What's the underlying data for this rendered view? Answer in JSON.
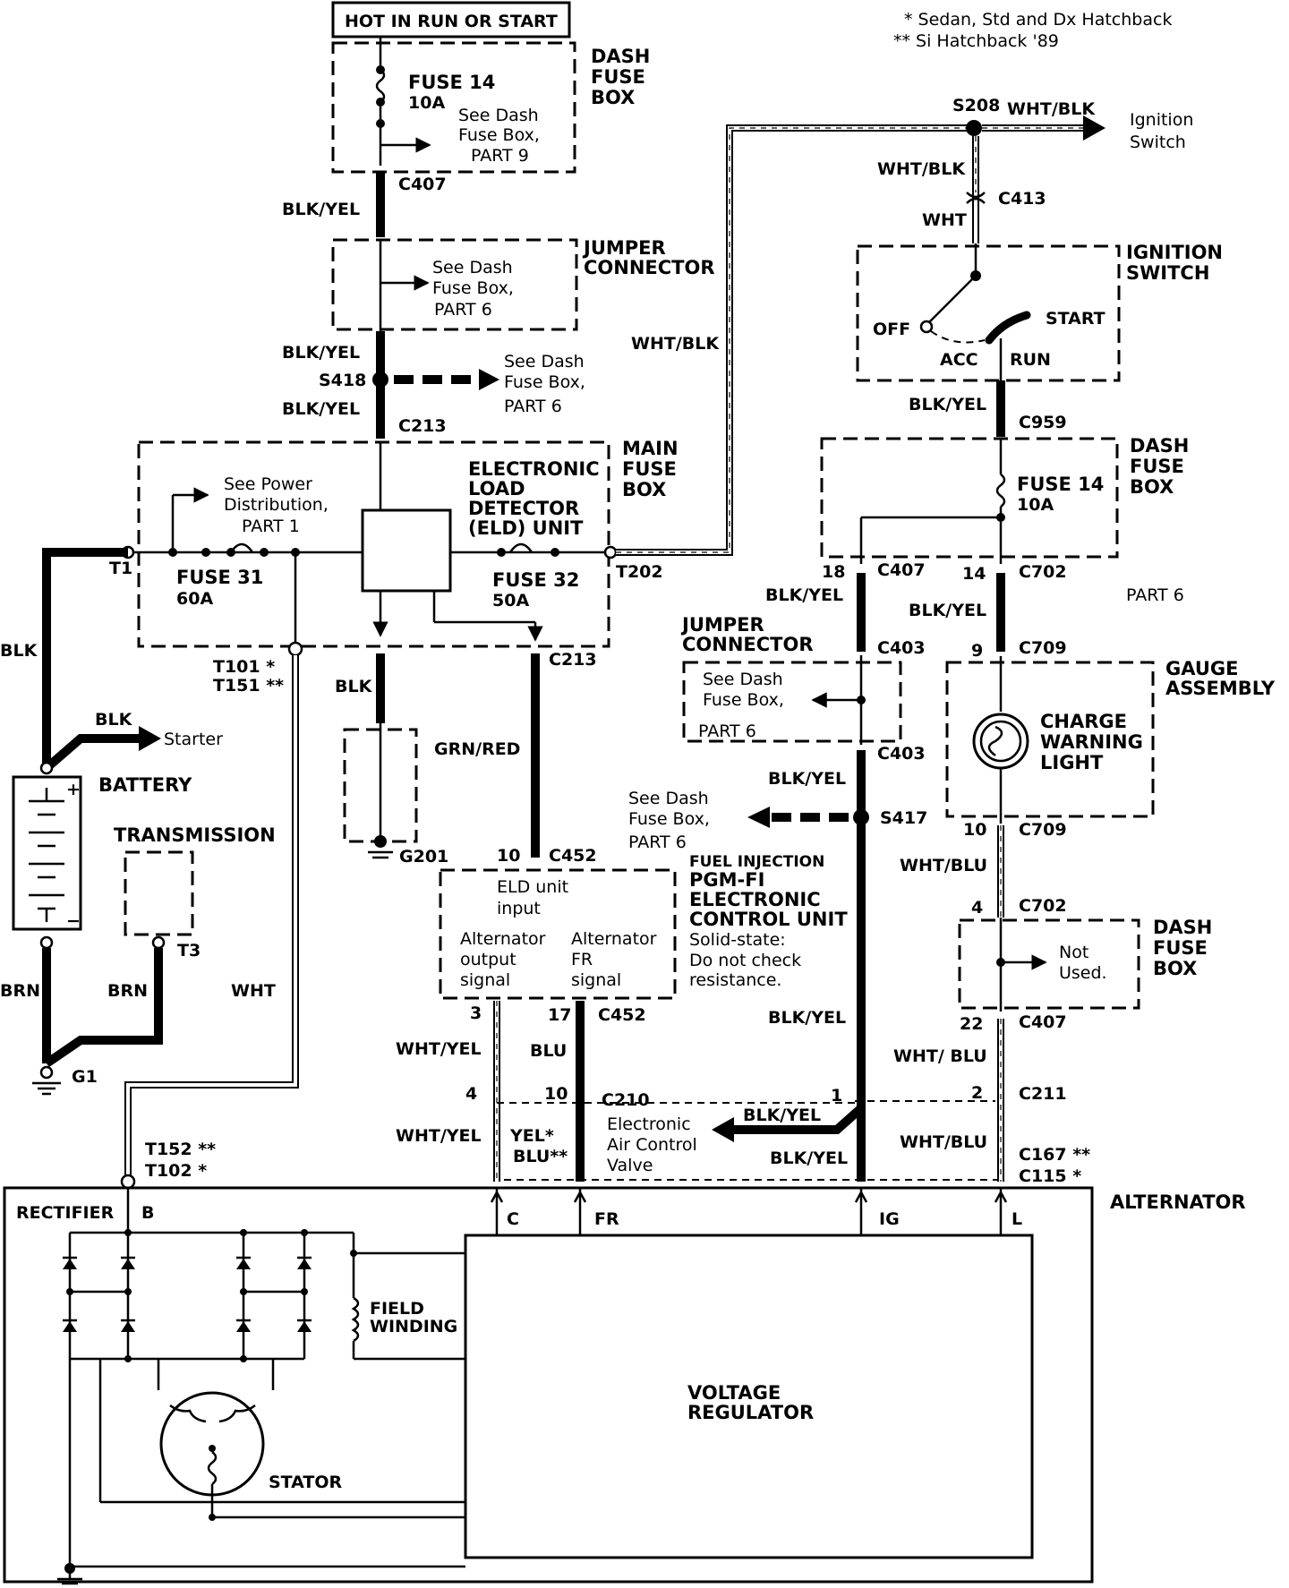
{
  "notes": {
    "note_single": "* Sedan, Std and Dx Hatchback",
    "note_double": "** Si Hatchback '89"
  },
  "top": {
    "hot_label": "HOT IN RUN OR START"
  },
  "left_column": {
    "fuse14": "FUSE 14",
    "fuse14_amp": "10A",
    "fuse14_ref1": "See Dash",
    "fuse14_ref2": "Fuse Box,",
    "fuse14_ref3": "PART 9",
    "dash_fuse_box1": "DASH",
    "dash_fuse_box2": "FUSE",
    "dash_fuse_box3": "BOX",
    "c407": "C407",
    "blk_yel_1": "BLK/YEL",
    "jumper1": "JUMPER",
    "jumper2": "CONNECTOR",
    "jumper_ref1": "See Dash",
    "jumper_ref2": "Fuse Box,",
    "jumper_ref3": "PART 6",
    "blk_yel_2": "BLK/YEL",
    "s418": "S418",
    "s418_ref1": "See Dash",
    "s418_ref2": "Fuse Box,",
    "s418_ref3": "PART 6",
    "blk_yel_3": "BLK/YEL",
    "c213_top": "C213"
  },
  "main_fuse_box": {
    "label1": "MAIN",
    "label2": "FUSE",
    "label3": "BOX",
    "power_ref1": "See Power",
    "power_ref2": "Distribution,",
    "power_ref3": "PART 1",
    "eld1": "ELECTRONIC",
    "eld2": "LOAD",
    "eld3": "DETECTOR",
    "eld4": "(ELD) UNIT",
    "fuse31": "FUSE 31",
    "fuse31_amp": "60A",
    "fuse32": "FUSE 32",
    "fuse32_amp": "50A",
    "t1": "T1",
    "t202": "T202",
    "t101": "T101  *",
    "t151": "T151  **",
    "c213_bottom": "C213"
  },
  "battery_area": {
    "blk": "BLK",
    "blk_starter": "BLK",
    "starter": "Starter",
    "battery": "BATTERY",
    "plus": "+",
    "minus": "−",
    "transmission": "TRANSMISSION",
    "t3": "T3",
    "brn_1": "BRN",
    "brn_2": "BRN",
    "wht": "WHT",
    "g1": "G1",
    "blk_g201": "BLK",
    "g201": "G201"
  },
  "eld_input": {
    "grn_red": "GRN/RED",
    "pin10": "10",
    "c452_top": "C452",
    "title1": "ELD unit",
    "title2": "input",
    "alt_out1": "Alternator",
    "alt_out2": "output",
    "alt_out3": "signal",
    "alt_fr1": "Alternator",
    "alt_fr2": "FR",
    "alt_fr3": "signal",
    "pin3": "3",
    "pin17": "17",
    "c452_bottom": "C452"
  },
  "pgm_fi": {
    "fi": "FUEL INJECTION",
    "l1": "PGM-FI",
    "l2": "ELECTRONIC",
    "l3": "CONTROL UNIT",
    "l4": "Solid-state:",
    "l5": "Do not check",
    "l6": "resistance."
  },
  "middle_wires": {
    "wht_yel_1": "WHT/YEL",
    "blu": "BLU",
    "pin4": "4",
    "pin10b": "10",
    "c210": "C210",
    "wht_yel_2": "WHT/YEL",
    "yel_star": "YEL*",
    "blu_star": "BLU**",
    "eacv1": "Electronic",
    "eacv2": "Air Control",
    "eacv3": "Valve",
    "blk_yel_eacv": "BLK/YEL",
    "blk_yel_ig": "BLK/YEL",
    "pin1": "1"
  },
  "right_column": {
    "s208": "S208",
    "wht_blk_top": "WHT/BLK",
    "ignition_switch_ref1": "Ignition",
    "ignition_switch_ref2": "Switch",
    "wht_blk_2": "WHT/BLK",
    "c413": "C413",
    "wht": "WHT",
    "wht_blk_long": "WHT/BLK",
    "ign_label1": "IGNITION",
    "ign_label2": "SWITCH",
    "off": "OFF",
    "start": "START",
    "acc": "ACC",
    "run": "RUN",
    "blk_yel_c959": "BLK/YEL",
    "c959": "C959",
    "dash_fb1": "DASH",
    "dash_fb2": "FUSE",
    "dash_fb3": "BOX",
    "fuse14": "FUSE 14",
    "fuse14_amp": "10A",
    "pin18": "18",
    "c407a": "C407",
    "pin14": "14",
    "c702": "C702",
    "blk_yel_18": "BLK/YEL",
    "blk_yel_14": "BLK/YEL",
    "part6": "PART 6",
    "jumper1": "JUMPER",
    "jumper2": "CONNECTOR",
    "c403_top": "C403",
    "pin9": "9",
    "c709_top": "C709",
    "jumper_ref1": "See Dash",
    "jumper_ref2": "Fuse Box,",
    "jumper_ref3": "PART 6",
    "c403_bottom": "C403",
    "gauge1": "GAUGE",
    "gauge2": "ASSEMBLY",
    "cwl1": "CHARGE",
    "cwl2": "WARNING",
    "cwl3": "LIGHT",
    "blk_yel_s417": "BLK/YEL",
    "s417": "S417",
    "s417_ref1": "See Dash",
    "s417_ref2": "Fuse Box,",
    "s417_ref3": "PART 6",
    "pin10": "10",
    "c709_bottom": "C709",
    "wht_blu_1": "WHT/BLU",
    "pin4": "4",
    "c702b": "C702",
    "dash_fb_b1": "DASH",
    "dash_fb_b2": "FUSE",
    "dash_fb_b3": "BOX",
    "not_used1": "Not",
    "not_used2": "Used.",
    "pin22": "22",
    "c407b": "C407",
    "blk_yel_long": "BLK/YEL",
    "wht_blu_2": "WHT/ BLU",
    "pin2": "2",
    "c211": "C211",
    "wht_blu_3": "WHT/BLU",
    "c167": "C167  **",
    "c115": "C115  *"
  },
  "alternator": {
    "t152": "T152  **",
    "t102": "T102  *",
    "label": "ALTERNATOR",
    "rectifier": "RECTIFIER",
    "b": "B",
    "c": "C",
    "fr": "FR",
    "ig": "IG",
    "l": "L",
    "field1": "FIELD",
    "field2": "WINDING",
    "vr1": "VOLTAGE",
    "vr2": "REGULATOR",
    "stator": "STATOR"
  }
}
